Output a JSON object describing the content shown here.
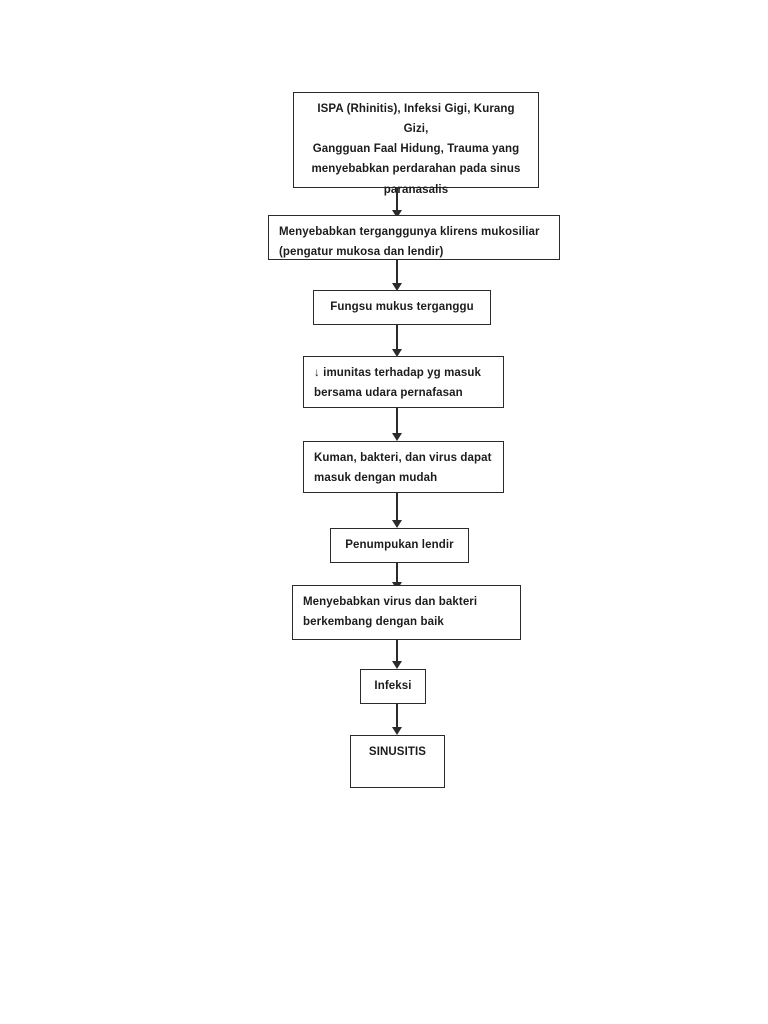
{
  "diagram": {
    "title": "Pathophysiology flowchart of Sinusitis",
    "orientation": "vertical-top-down",
    "background_color": "#ffffff",
    "line_color": "#2b2b2b",
    "text_color": "#1c1c1c",
    "nodes": [
      {
        "id": "n1",
        "label": "ISPA (Rhinitis), Infeksi Gigi, Kurang Gizi,\nGangguan Faal Hidung, Trauma yang\nmenyebabkan perdarahan pada sinus\nparanasalis",
        "align": "center"
      },
      {
        "id": "n2",
        "label": "Menyebabkan terganggunya klirens mukosiliar\n(pengatur mukosa dan lendir)",
        "align": "left"
      },
      {
        "id": "n3",
        "label": "Fungsu mukus terganggu",
        "align": "center"
      },
      {
        "id": "n4",
        "label": "↓ imunitas terhadap yg masuk\nbersama udara pernafasan",
        "align": "left"
      },
      {
        "id": "n5",
        "label": "Kuman, bakteri, dan virus dapat\nmasuk dengan mudah",
        "align": "left"
      },
      {
        "id": "n6",
        "label": "Penumpukan lendir",
        "align": "center"
      },
      {
        "id": "n7",
        "label": "Menyebabkan virus dan bakteri\nberkembang dengan baik",
        "align": "left"
      },
      {
        "id": "n8",
        "label": "Infeksi",
        "align": "center"
      },
      {
        "id": "n9",
        "label": "SINUSITIS",
        "align": "center"
      }
    ],
    "edges": [
      {
        "id": "e1",
        "from": "n1",
        "to": "n2",
        "arrow": "down"
      },
      {
        "id": "e2",
        "from": "n2",
        "to": "n3",
        "arrow": "down"
      },
      {
        "id": "e3",
        "from": "n3",
        "to": "n4",
        "arrow": "down"
      },
      {
        "id": "e4",
        "from": "n4",
        "to": "n5",
        "arrow": "down"
      },
      {
        "id": "e5",
        "from": "n5",
        "to": "n6",
        "arrow": "down"
      },
      {
        "id": "e6",
        "from": "n6",
        "to": "n7",
        "arrow": "down"
      },
      {
        "id": "e7",
        "from": "n7",
        "to": "n8",
        "arrow": "down"
      },
      {
        "id": "e8",
        "from": "n8",
        "to": "n9",
        "arrow": "down"
      }
    ]
  }
}
